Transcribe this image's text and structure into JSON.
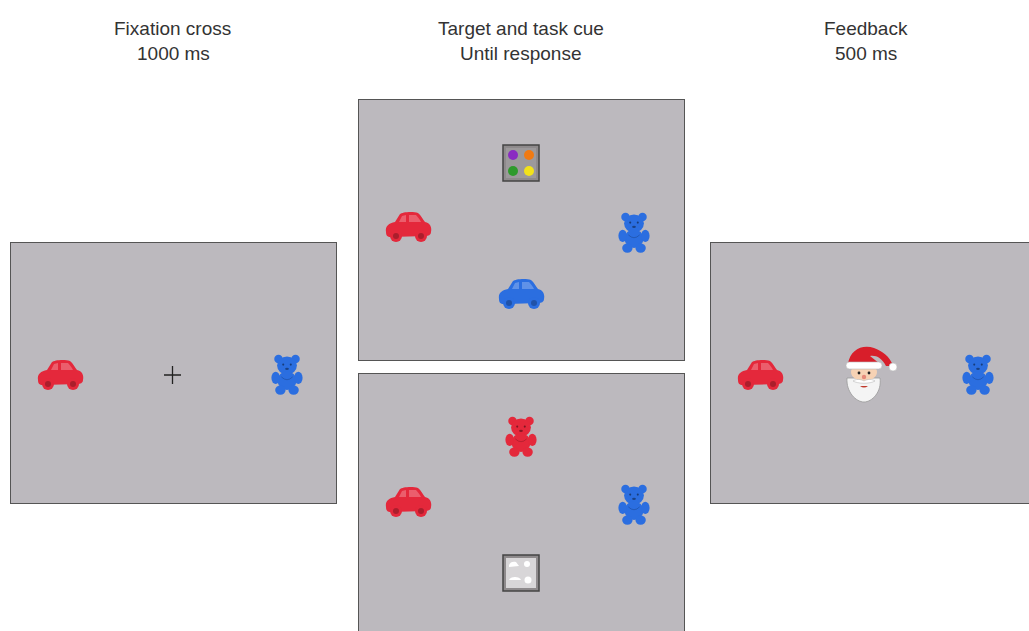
{
  "diagram": {
    "labels": [
      "Fixation cross",
      "1000 ms",
      "Target and task cue",
      "Until response",
      "Feedback",
      "500 ms"
    ]
  }
}
